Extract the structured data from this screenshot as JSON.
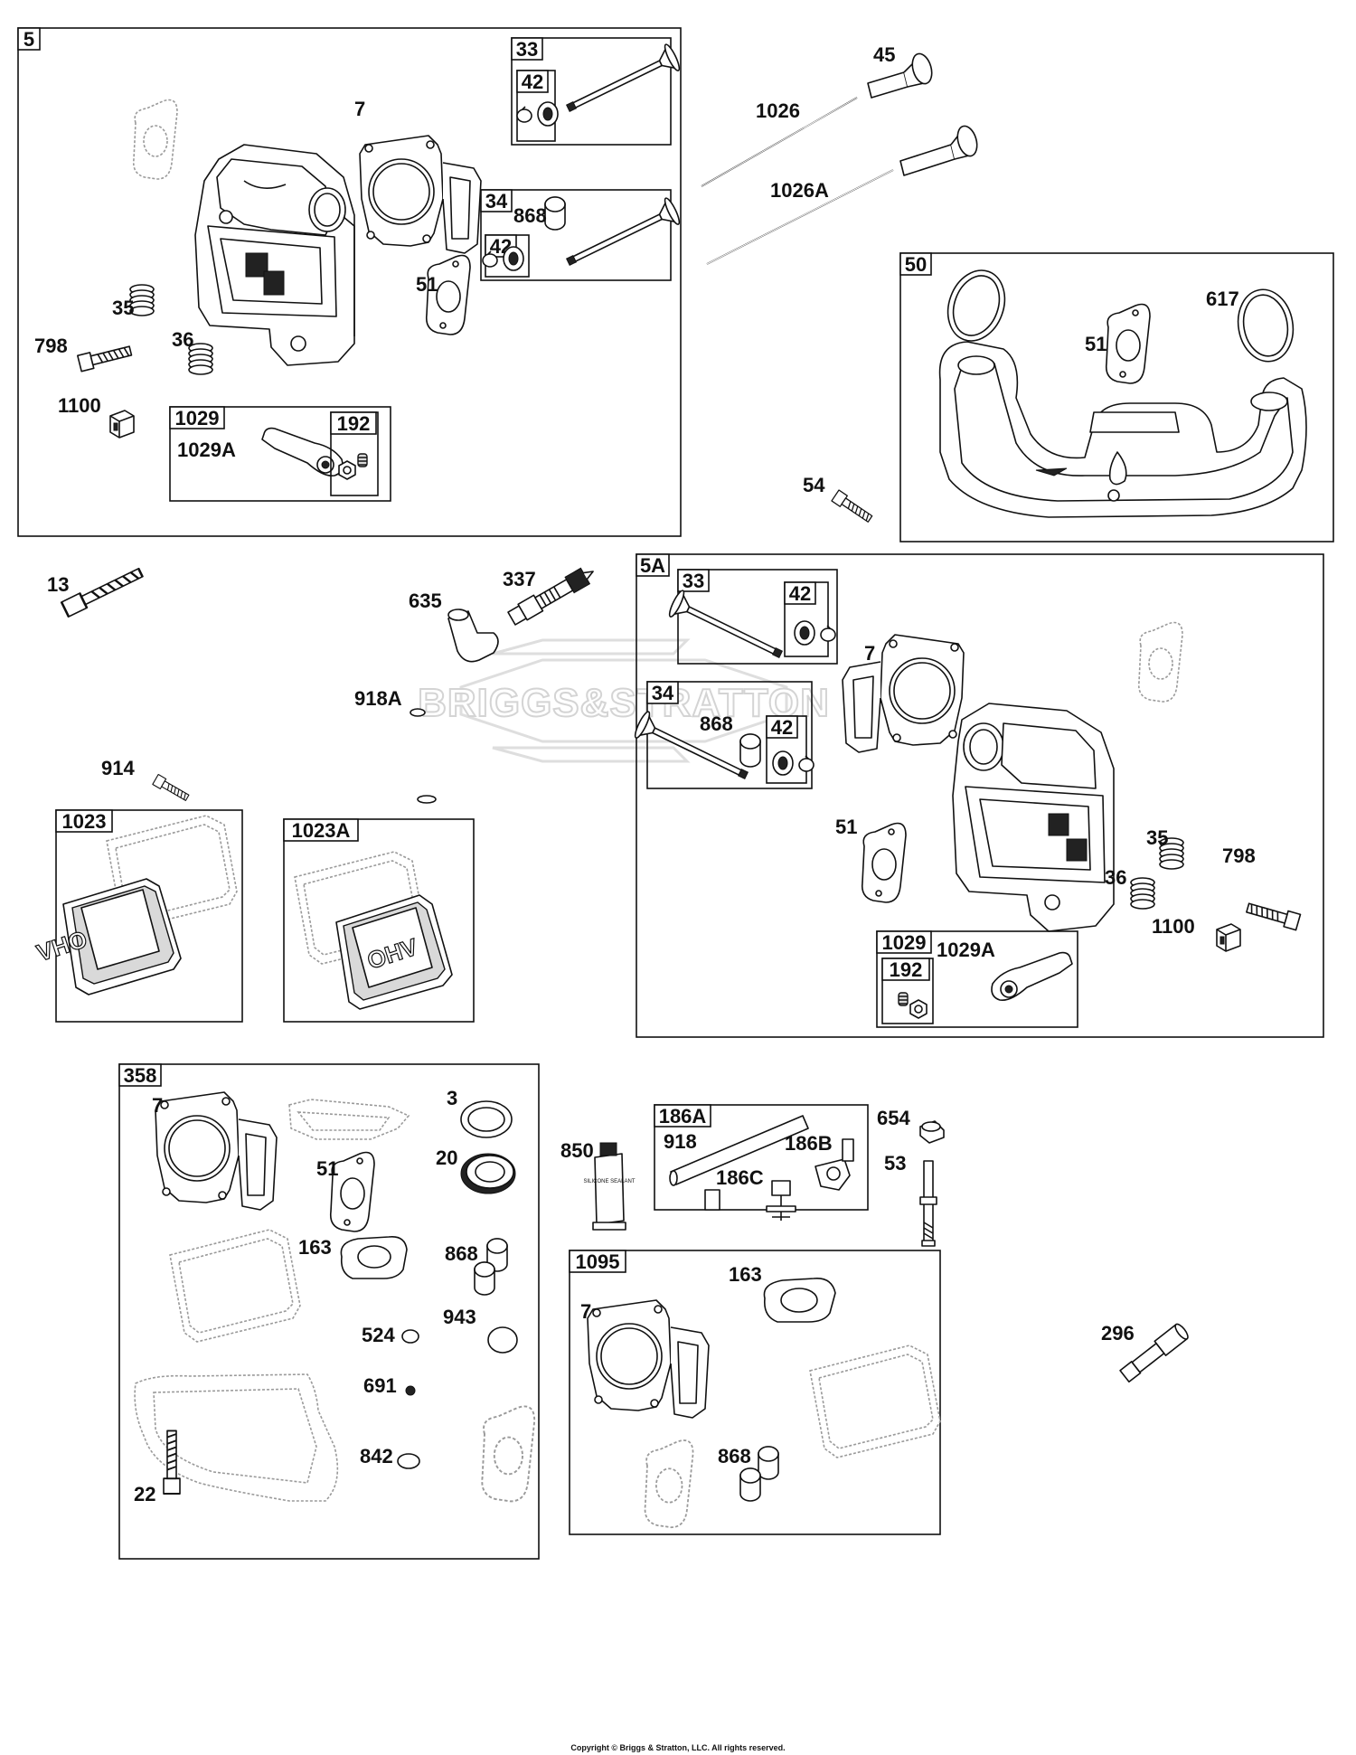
{
  "watermark": "BRIGGS&STRATTON",
  "copyright": "Copyright © Briggs & Stratton, LLC. All rights reserved.",
  "cover_text": "OHV",
  "tube_text": "SILICONE SEALANT",
  "groups": {
    "g5": "5",
    "g5_33": "33",
    "g5_33_42": "42",
    "g5_34": "34",
    "g5_34_42": "42",
    "g5_1029": "1029",
    "g5_1029_192": "192",
    "g50": "50",
    "g5a": "5A",
    "g5a_33": "33",
    "g5a_33_42": "42",
    "g5a_34": "34",
    "g5a_34_42": "42",
    "g5a_1029": "1029",
    "g5a_1029_192": "192",
    "g1023": "1023",
    "g1023a": "1023A",
    "g358": "358",
    "g186a": "186A",
    "g1095": "1095"
  },
  "labels": {
    "l5_7": "7",
    "l5_51": "51",
    "l5_35": "35",
    "l5_36": "36",
    "l5_798": "798",
    "l5_1100": "1100",
    "l5_1029a": "1029A",
    "l5_868": "868",
    "l45": "45",
    "l1026": "1026",
    "l1026a": "1026A",
    "l50_51": "51",
    "l50_617": "617",
    "l54": "54",
    "l13": "13",
    "l635": "635",
    "l337": "337",
    "l918a": "918A",
    "l914": "914",
    "l5a_7": "7",
    "l5a_868": "868",
    "l5a_51": "51",
    "l5a_35": "35",
    "l5a_36": "36",
    "l5a_798": "798",
    "l5a_1100": "1100",
    "l5a_1029a": "1029A",
    "l358_7": "7",
    "l358_3": "3",
    "l358_20": "20",
    "l358_51": "51",
    "l358_163": "163",
    "l358_868": "868",
    "l358_524": "524",
    "l358_943": "943",
    "l358_691": "691",
    "l358_842": "842",
    "l358_22": "22",
    "l850": "850",
    "l918": "918",
    "l186b": "186B",
    "l186c": "186C",
    "l654": "654",
    "l53": "53",
    "l1095_163": "163",
    "l1095_7": "7",
    "l1095_868": "868",
    "l296": "296"
  }
}
